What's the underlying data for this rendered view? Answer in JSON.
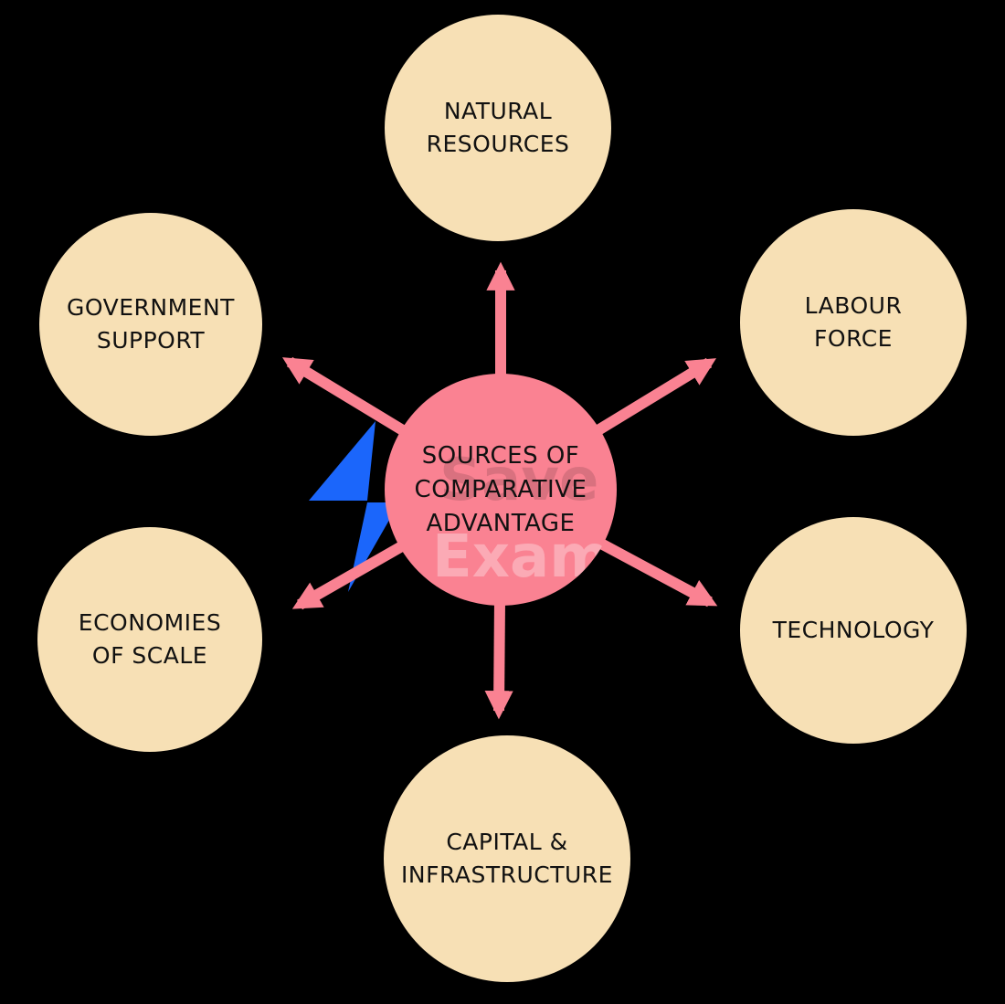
{
  "diagram": {
    "center": {
      "line1": "SOURCES OF",
      "line2": "COMPARATIVE",
      "line3": "ADVANTAGE"
    },
    "nodes": [
      {
        "id": "natural-resources",
        "line1": "NATURAL",
        "line2": "RESOURCES"
      },
      {
        "id": "labour-force",
        "line1": "LABOUR",
        "line2": "FORCE"
      },
      {
        "id": "technology",
        "line1": "TECHNOLOGY",
        "line2": ""
      },
      {
        "id": "capital-infrastructure",
        "line1": "CAPITAL &",
        "line2": "INFRASTRUCTURE"
      },
      {
        "id": "economies-of-scale",
        "line1": "ECONOMIES",
        "line2": "OF SCALE"
      },
      {
        "id": "government-support",
        "line1": "GOVERNMENT",
        "line2": "SUPPORT"
      }
    ],
    "watermark": {
      "line1": "Save M",
      "line2": "Exam"
    },
    "colors": {
      "background": "#000000",
      "center_circle_fill": "#FA8292",
      "arrow": "#FA8292",
      "node_circle_fill": "#F7E0B5",
      "label_text": "#111111",
      "lightning_bolt_blue": "#1B66FB"
    }
  }
}
